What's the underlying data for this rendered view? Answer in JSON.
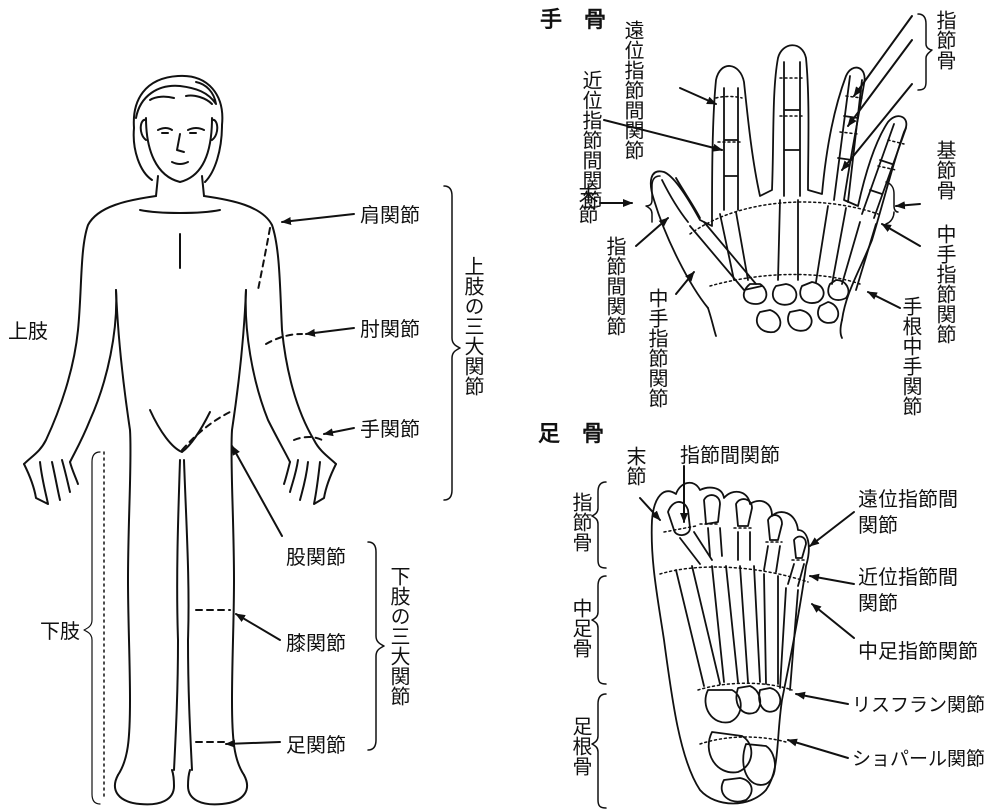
{
  "colors": {
    "ink": "#111111",
    "background": "#ffffff"
  },
  "body": {
    "shoulder": "肩関節",
    "elbow": "肘関節",
    "wrist": "手関節",
    "upper_limb": "上肢",
    "upper_big3": "上肢の三大関節",
    "hip": "股関節",
    "knee": "膝関節",
    "ankle": "足関節",
    "lower_limb": "下肢",
    "lower_big3": "下肢の三大関節"
  },
  "hand": {
    "title": "手　骨",
    "dip": "遠位指節間関節",
    "pip": "近位指節間関節",
    "distal_phalanx": "末節",
    "ip_joint": "指節間関節",
    "mcp_left": "中手指節関節",
    "phalanges": "指節骨",
    "proximal_phalanx": "基節骨",
    "mcp_right": "中手指節関節",
    "cmc": "手根中手関節"
  },
  "foot": {
    "title": "足　骨",
    "distal_phalanx": "末節",
    "ip_joint": "指節間関節",
    "phalanges": "指節骨",
    "metatarsal": "中足骨",
    "tarsal": "足根骨",
    "dip": "遠位指節間関節",
    "pip": "近位指節間関節",
    "mtp": "中足指節関節",
    "lisfranc": "リスフラン関節",
    "chopart": "ショパール関節"
  }
}
